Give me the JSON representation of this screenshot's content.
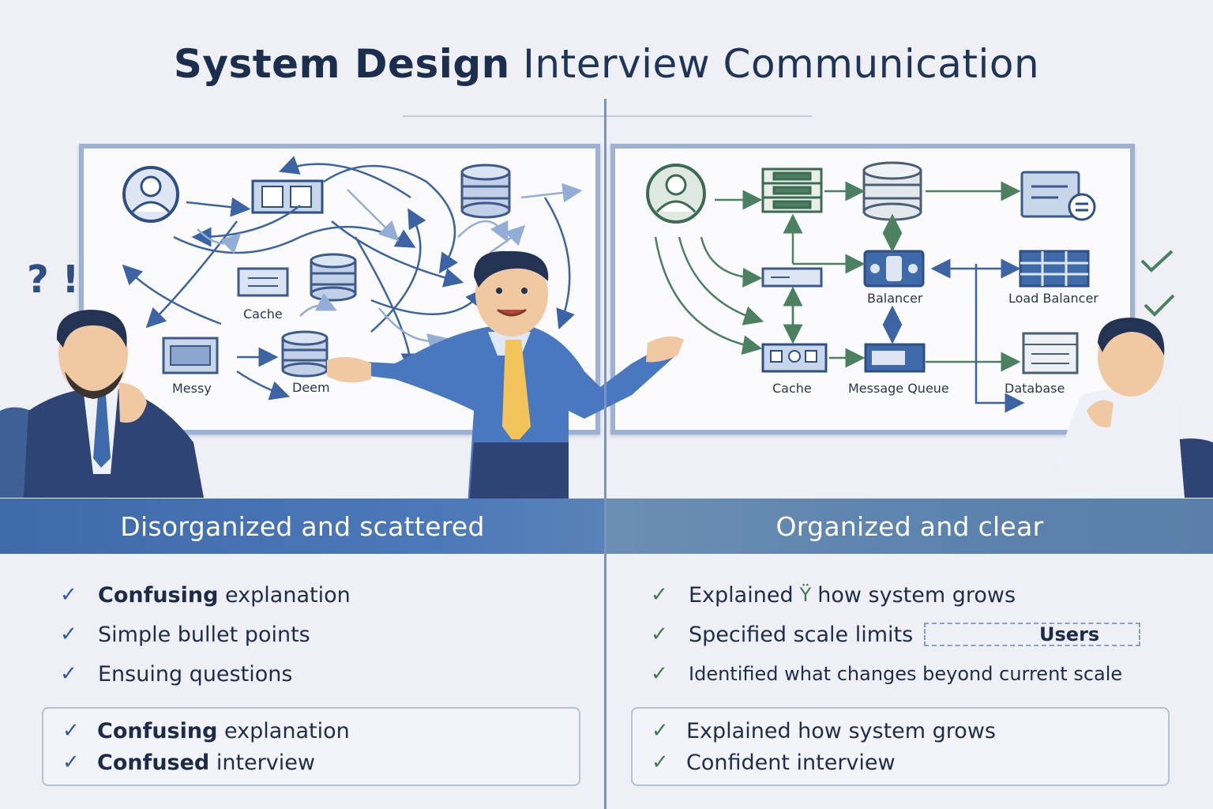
{
  "title": {
    "bold": "System Design",
    "regular": "Interview Communication"
  },
  "left": {
    "board_labels": {
      "cache": "Cache",
      "messy": "Messy",
      "deem": "Deem"
    },
    "banner": "Disorganized and scattered",
    "exclaim": "? !",
    "bullets": [
      {
        "bold": "Confusing",
        "text": "explanation"
      },
      {
        "bold": "",
        "text": "Simple bullet points"
      },
      {
        "bold": "",
        "text": "Ensuing questions"
      }
    ],
    "box": [
      {
        "bold": "Confusing",
        "text": "explanation"
      },
      {
        "bold": "Confused",
        "text": "interview"
      }
    ]
  },
  "right": {
    "board_labels": {
      "balancer": "Balancer",
      "load_balancer": "Load Balancer",
      "cache": "Cache",
      "message_queue": "Message Queue",
      "database": "Database"
    },
    "banner": "Organized and clear",
    "bullets": [
      {
        "text_a": "Explained",
        "icon": "Ϋ",
        "text_b": "how system grows"
      },
      {
        "text_a": "Specified scale limits",
        "box": "Users"
      },
      {
        "text_a": "Identified what changes beyond current scale"
      }
    ],
    "box": [
      {
        "text": "Explained how system grows"
      },
      {
        "text": "Confident interview"
      }
    ]
  },
  "colors": {
    "accent_blue": "#3f6aaa",
    "accent_green": "#3f7a52",
    "board_frame": "#9db1d3",
    "divider": "#7b93bf"
  }
}
